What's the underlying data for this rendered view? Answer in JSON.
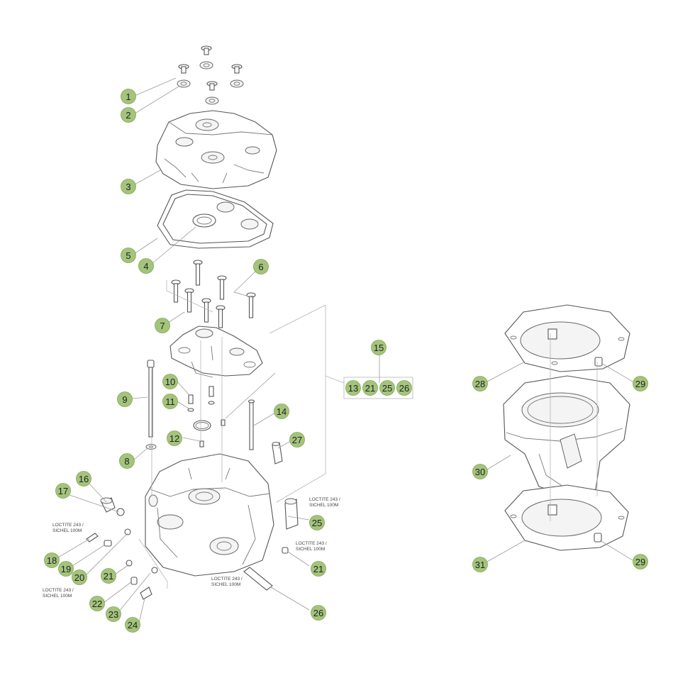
{
  "callouts": [
    {
      "label": "1"
    },
    {
      "label": "2"
    },
    {
      "label": "3"
    },
    {
      "label": "5"
    },
    {
      "label": "4"
    },
    {
      "label": "6"
    },
    {
      "label": "7"
    },
    {
      "label": "15"
    },
    {
      "label": "13"
    },
    {
      "label": "21"
    },
    {
      "label": "25"
    },
    {
      "label": "26"
    },
    {
      "label": "10"
    },
    {
      "label": "9"
    },
    {
      "label": "11"
    },
    {
      "label": "14"
    },
    {
      "label": "12"
    },
    {
      "label": "27"
    },
    {
      "label": "8"
    },
    {
      "label": "16"
    },
    {
      "label": "17"
    },
    {
      "label": "25"
    },
    {
      "label": "18"
    },
    {
      "label": "19"
    },
    {
      "label": "20"
    },
    {
      "label": "21"
    },
    {
      "label": "21"
    },
    {
      "label": "22"
    },
    {
      "label": "23"
    },
    {
      "label": "24"
    },
    {
      "label": "26"
    },
    {
      "label": "28"
    },
    {
      "label": "29"
    },
    {
      "label": "30"
    },
    {
      "label": "31"
    },
    {
      "label": "29"
    }
  ],
  "notes": [
    {
      "line1": "LOCTITE 243 /",
      "line2": "SICHEL 100M"
    },
    {
      "line1": "LOCTITE 243 /",
      "line2": "SICHEL 100M"
    },
    {
      "line1": "LOCTITE 243 /",
      "line2": "SICHEL 100M"
    },
    {
      "line1": "LOCTITE 243 /",
      "line2": "SICHEL 100M"
    },
    {
      "line1": "LOCTITE 243 /",
      "line2": "SICHEL 100M"
    }
  ],
  "colors": {
    "callout_fill": "#a4c47c",
    "line": "#555555",
    "background": "#ffffff"
  }
}
